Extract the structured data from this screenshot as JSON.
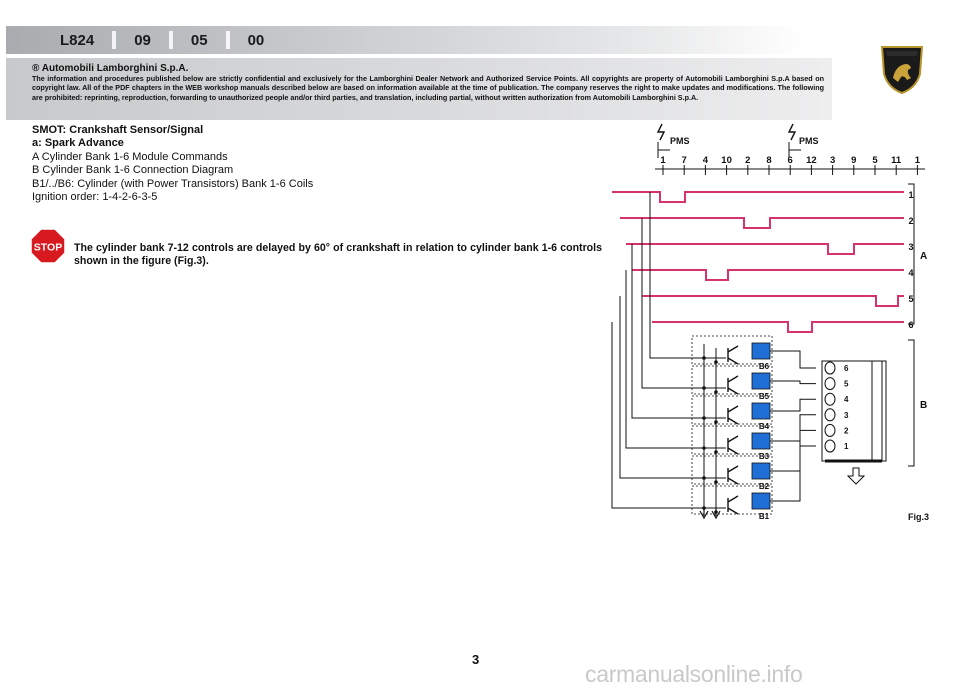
{
  "header": {
    "codes": [
      "L824",
      "09",
      "05",
      "00"
    ]
  },
  "disclaimer": {
    "title": "® Automobili Lamborghini S.p.A.",
    "text": "The information and procedures published below are strictly confidential and exclusively for the Lamborghini Dealer Network and Authorized Service Points. All copyrights are property of Automobili Lamborghini S.p.A based on copyright law. All of the PDF chapters in the WEB workshop manuals described below are based on information available at the time of publication. The company reserves the right to make updates and modifications. The following are prohibited: reprinting, reproduction, forwarding to unauthorized people and/or third parties, and translation, including partial, without written authorization from Automobili Lamborghini S.p.A."
  },
  "legend": {
    "line1": "SMOT: Crankshaft Sensor/Signal",
    "line2": "a: Spark Advance",
    "line3": "A Cylinder Bank 1-6 Module Commands",
    "line4": "B Cylinder Bank 1-6 Connection Diagram",
    "line5": "B1/../B6: Cylinder (with Power Transistors) Bank 1-6 Coils",
    "line6": "Ignition order: 1-4-2-6-3-5"
  },
  "stop_label": "STOP",
  "note": "The cylinder bank 7-12 controls are  delayed by 60° of crankshaft in  relation to cylinder bank 1-6 controls shown in the figure  (Fig.3).",
  "diagram": {
    "pms1": "PMS",
    "pms2": "PMS",
    "sequence": [
      "1",
      "7",
      "4",
      "10",
      "2",
      "8",
      "6",
      "12",
      "3",
      "9",
      "5",
      "11",
      "1"
    ],
    "signal_labels": [
      "1",
      "2",
      "3",
      "4",
      "5",
      "6"
    ],
    "group_a": "A",
    "group_b": "B",
    "coil_labels": [
      "B6",
      "B5",
      "B4",
      "B3",
      "B2",
      "B1"
    ],
    "connector_labels": [
      "6",
      "5",
      "4",
      "3",
      "2",
      "1"
    ]
  },
  "figure_label": "Fig.3",
  "page_number": "3",
  "watermark": "carmanualsonline.info",
  "colors": {
    "signal_line": "#d6336c",
    "coil_module": "#1f6fd6",
    "header_band": "#b5b8bb"
  }
}
